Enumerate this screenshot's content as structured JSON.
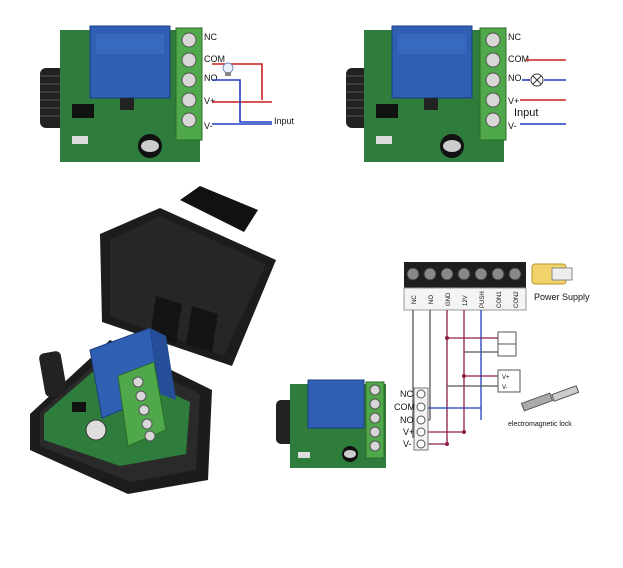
{
  "top_left": {
    "terminals": [
      "NC",
      "COM",
      "NO",
      "V+",
      "V-"
    ],
    "input_label": "Input"
  },
  "top_right": {
    "terminals": [
      "NC",
      "COM",
      "NO",
      "V+",
      "V-"
    ],
    "input_label": "Input"
  },
  "bottom_right": {
    "header_terminals": [
      "NC",
      "NO",
      "GND",
      "12V",
      "PUSH",
      "CON1",
      "CON2"
    ],
    "power_supply_label": "Power Supply",
    "module_terminals": [
      "NC",
      "COM",
      "NO",
      "V+",
      "V-"
    ],
    "lock_terminals": [
      "V+",
      "V-"
    ],
    "lock_label": "electromagnetic lock"
  },
  "colors": {
    "relay_blue": "#2f5fb3",
    "terminal_green": "#4fa84a",
    "pcb_green": "#2f7d3c",
    "wire_red": "#cc1f1f",
    "wire_blue": "#1f3fbf",
    "enclosure_black": "#1c1c1c"
  }
}
